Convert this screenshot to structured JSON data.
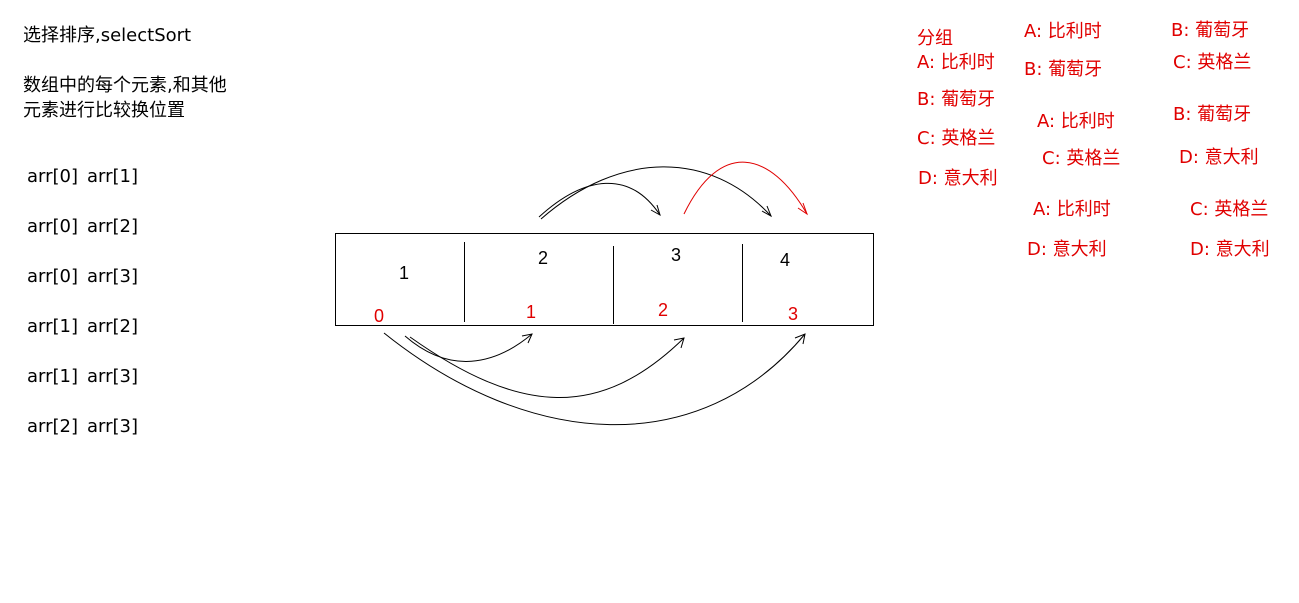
{
  "title": "选择排序,selectSort",
  "description": [
    "数组中的每个元素,和其他",
    "元素进行比较换位置"
  ],
  "comparisons": [
    [
      "arr[0]",
      "arr[1]"
    ],
    [
      "arr[0]",
      "arr[2]"
    ],
    [
      "arr[0]",
      "arr[3]"
    ],
    [
      "arr[1]",
      "arr[2]"
    ],
    [
      "arr[1]",
      "arr[3]"
    ],
    [
      "arr[2]",
      "arr[3]"
    ]
  ],
  "array": {
    "values": [
      "1",
      "2",
      "3",
      "4"
    ],
    "indices": [
      "0",
      "1",
      "2",
      "3"
    ]
  },
  "groups": {
    "heading": "分组",
    "round1": [
      "A: 比利时",
      "B: 葡萄牙",
      "C: 英格兰",
      "D: 意大利"
    ],
    "round2": [
      [
        "A: 比利时",
        "B: 葡萄牙"
      ],
      [
        "A: 比利时",
        "C: 英格兰"
      ],
      [
        "A: 比利时",
        "D: 意大利"
      ]
    ],
    "round3": [
      [
        "B: 葡萄牙",
        "C: 英格兰"
      ],
      [
        "B: 葡萄牙",
        "D: 意大利"
      ],
      [
        "C: 英格兰",
        "D: 意大利"
      ]
    ]
  },
  "colors": {
    "ink": "#000000",
    "accent": "#e00000"
  }
}
